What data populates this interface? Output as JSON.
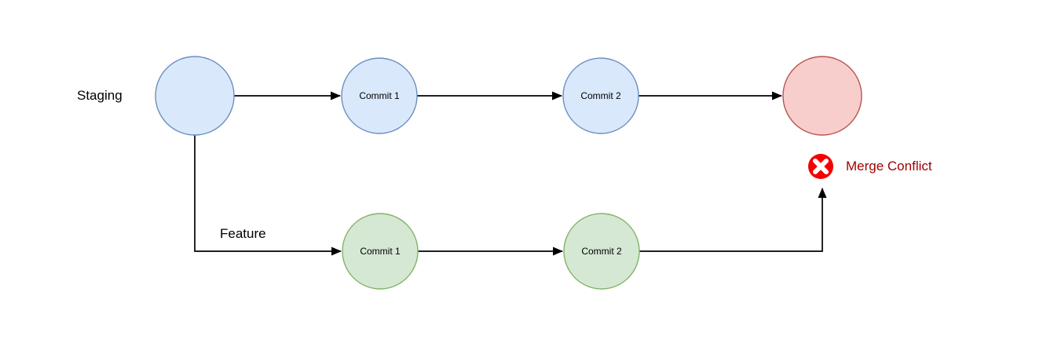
{
  "diagram": {
    "type": "git-branch-merge-diagram",
    "branch_labels": {
      "staging": "Staging",
      "feature": "Feature"
    },
    "nodes": {
      "staging_root_label": "",
      "staging_commit1": "Commit 1",
      "staging_commit2": "Commit 2",
      "feature_commit1": "Commit 1",
      "feature_commit2": "Commit 2",
      "merge_node_label": ""
    },
    "annotation": {
      "merge_conflict": "Merge Conflict"
    },
    "icons": {
      "error_icon": "red circle with white cross (x)"
    },
    "colors": {
      "background": "#ffffff",
      "staging_node_fill": "#dae8fc",
      "staging_node_stroke": "#6c8ebf",
      "feature_node_fill": "#d5e8d4",
      "feature_node_stroke": "#82b366",
      "merge_node_fill": "#f8cecc",
      "merge_node_stroke": "#b85450",
      "error_icon_fill": "#f50000",
      "error_icon_cross": "#ffffff",
      "conflict_text": "#a20000",
      "arrow": "#000000",
      "label_text": "#000000"
    }
  }
}
